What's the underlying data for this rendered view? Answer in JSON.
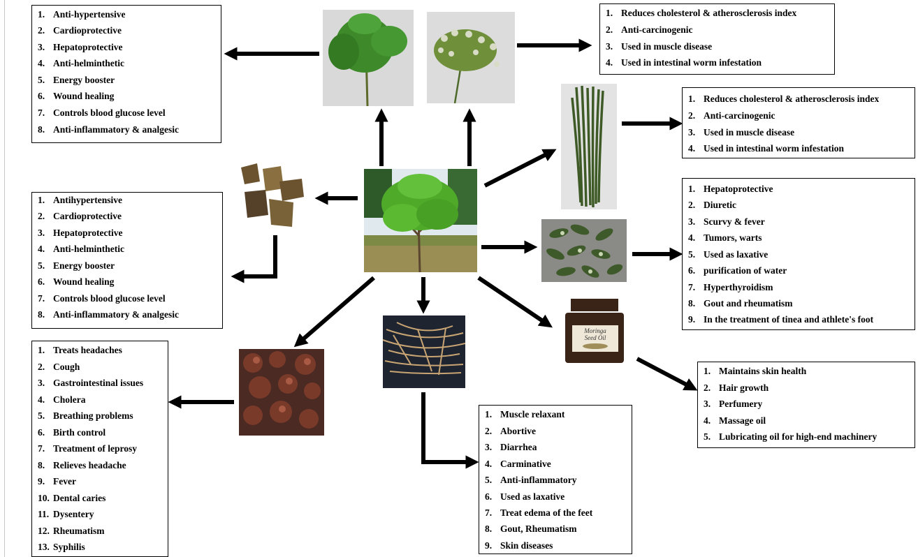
{
  "boxes": {
    "leaves": [
      "Anti-hypertensive",
      "Cardioprotective",
      "Hepatoprotective",
      "Anti-helminthetic",
      "Energy booster",
      "Wound healing",
      "Controls blood glucose level",
      "Anti-inflammatory & analgesic"
    ],
    "flowers": [
      "Reduces cholesterol & atherosclerosis index",
      "Anti-carcinogenic",
      "Used in muscle disease",
      "Used in intestinal worm infestation"
    ],
    "pods": [
      "Reduces cholesterol & atherosclerosis index",
      "Anti-carcinogenic",
      "Used in muscle disease",
      "Used in intestinal worm infestation"
    ],
    "seeds": [
      "Hepatoprotective",
      "Diuretic",
      "Scurvy & fever",
      "Tumors, warts",
      "Used as laxative",
      "purification of water",
      "Hyperthyroidism",
      "Gout and rheumatism",
      "In the treatment of tinea and athlete's foot"
    ],
    "bark": [
      "Antihypertensive",
      "Cardioprotective",
      "Hepatoprotective",
      "Anti-helminthetic",
      "Energy booster",
      "Wound healing",
      "Controls blood glucose level",
      "Anti-inflammatory & analgesic"
    ],
    "oil": [
      "Maintains skin health",
      "Hair growth",
      "Perfumery",
      "Massage oil",
      "Lubricating oil for high-end machinery"
    ],
    "gum": [
      "Treats headaches",
      "Cough",
      "Gastrointestinal issues",
      "Cholera",
      "Breathing problems",
      "Birth control",
      "Treatment of leprosy",
      "Relieves headache",
      "Fever",
      "Dental caries",
      "Dysentery",
      "Rheumatism",
      "Syphilis"
    ],
    "roots": [
      "Muscle relaxant",
      "Abortive",
      "Diarrhea",
      "Carminative",
      "Anti-inflammatory",
      "Used as laxative",
      "Treat edema of the feet",
      "Gout, Rheumatism",
      "Skin diseases"
    ]
  },
  "bottle_label": [
    "Moringa",
    "Seed Oil"
  ],
  "colors": {
    "leaf_green": "#3e8a2a",
    "tree_green": "#4faa2a",
    "sky": "#e6eef2",
    "bark_brown": "#6b5330",
    "root_tan": "#c9a574",
    "gum_red": "#7a3a2a",
    "bottle_brown": "#3a2418"
  }
}
